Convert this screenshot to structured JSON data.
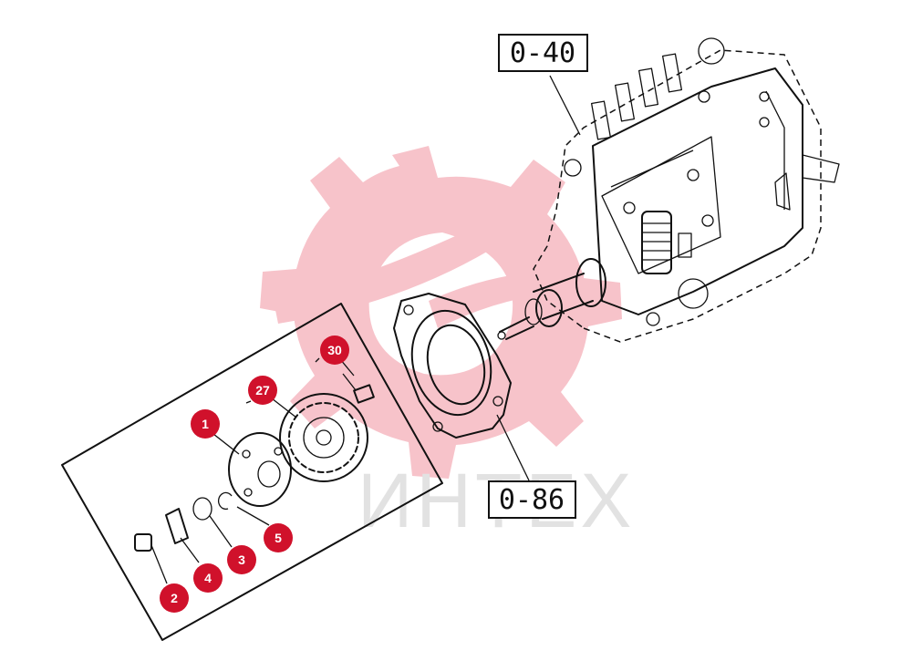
{
  "watermark": {
    "text": "ИНТЕХ",
    "gear_color": "#f6b9c1",
    "text_color": "#e1e1e1"
  },
  "reference_labels": {
    "pump_ref": "0-40",
    "flange_ref": "0-86"
  },
  "callouts": [
    {
      "id": "1"
    },
    {
      "id": "2"
    },
    {
      "id": "3"
    },
    {
      "id": "4"
    },
    {
      "id": "5"
    },
    {
      "id": "27"
    },
    {
      "id": "30"
    }
  ],
  "colors": {
    "callout": "#d0112b",
    "line": "#111111",
    "background": "#ffffff"
  }
}
